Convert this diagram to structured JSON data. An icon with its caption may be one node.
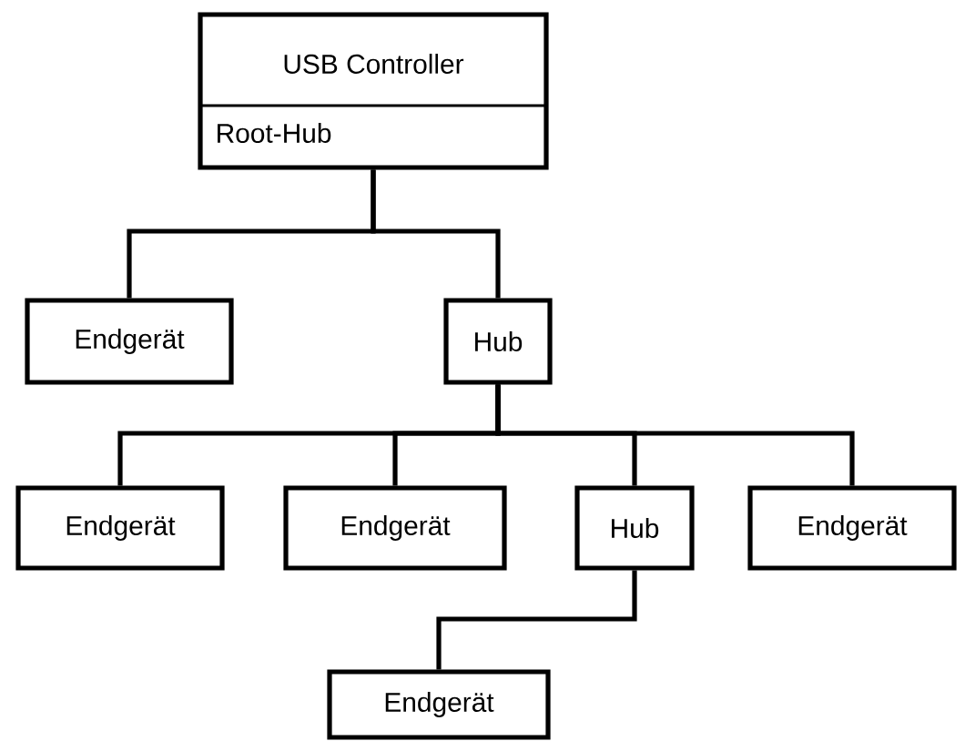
{
  "diagram": {
    "nodes": [
      {
        "text": [
          "USB Controller",
          "Root-Hub"
        ]
      },
      {
        "text": [
          "Endgerät"
        ]
      },
      {
        "text": [
          "Hub"
        ]
      },
      {
        "text": [
          "Endgerät"
        ]
      },
      {
        "text": [
          "Endgerät"
        ]
      },
      {
        "text": [
          "Hub"
        ]
      },
      {
        "text": [
          "Endgerät"
        ]
      },
      {
        "text": [
          "Endgerät"
        ]
      }
    ],
    "edges": [
      {
        "from": 0,
        "to": 1,
        "arrow": "none"
      },
      {
        "from": 0,
        "to": 2,
        "arrow": "none"
      },
      {
        "from": 2,
        "to": 3,
        "arrow": "none"
      },
      {
        "from": 2,
        "to": 4,
        "arrow": "none"
      },
      {
        "from": 2,
        "to": 5,
        "arrow": "none"
      },
      {
        "from": 2,
        "to": 6,
        "arrow": "none"
      },
      {
        "from": 5,
        "to": 7,
        "arrow": "none"
      }
    ]
  }
}
